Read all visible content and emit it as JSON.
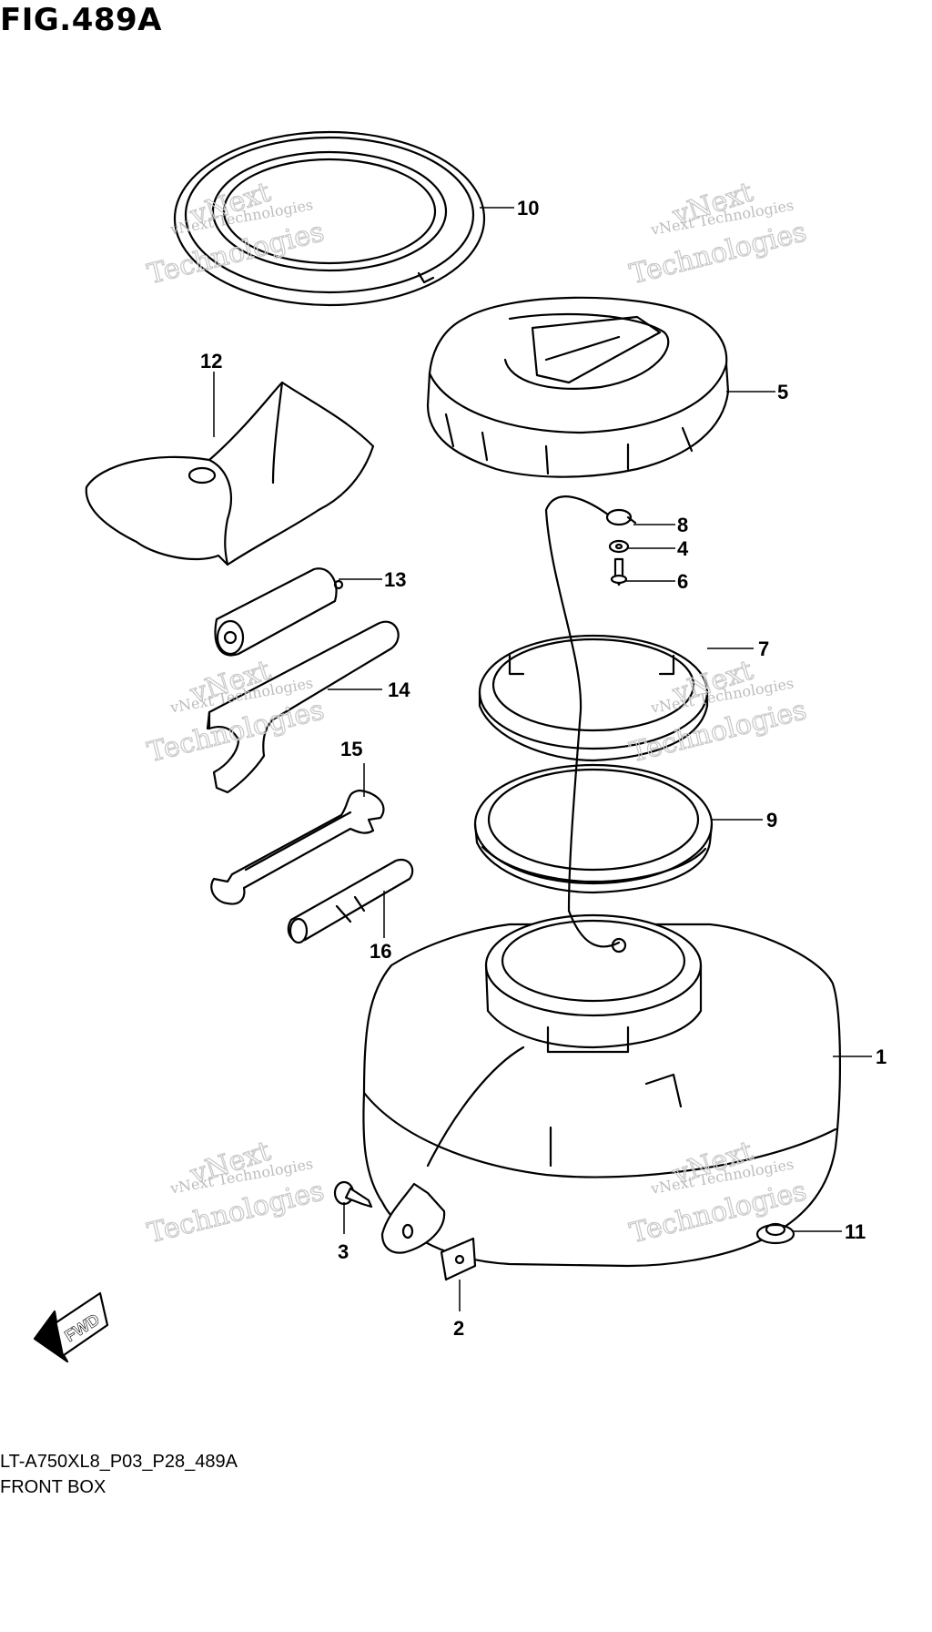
{
  "figure": {
    "title": "FIG.489A",
    "code": "LT-A750XL8_P03_P28_489A",
    "name": "FRONT BOX"
  },
  "watermark": {
    "small": "vNext Technologies",
    "top_word": "vNext",
    "bottom_word": "Technologies"
  },
  "direction_marker": "FWD",
  "callouts": [
    "1",
    "2",
    "3",
    "4",
    "5",
    "6",
    "7",
    "8",
    "9",
    "10",
    "11",
    "12",
    "13",
    "14",
    "15",
    "16"
  ]
}
